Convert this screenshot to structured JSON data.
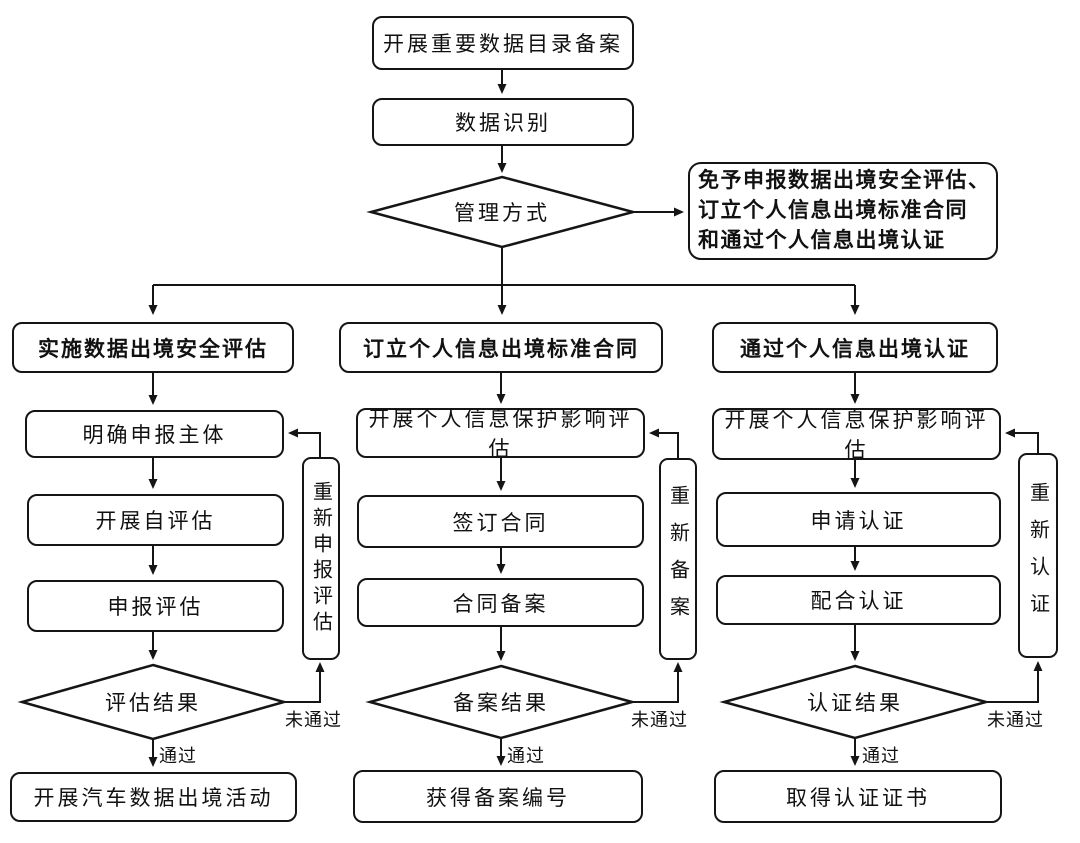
{
  "top": {
    "step1": "开展重要数据目录备案",
    "step2": "数据识别",
    "decision": "管理方式",
    "exempt": {
      "line1": "免予申报数据出境安全评估、",
      "line2": "订立个人信息出境标准合同",
      "line3": "和通过个人信息出境认证"
    }
  },
  "labels": {
    "pass": "通过",
    "fail": "未通过"
  },
  "columns": [
    {
      "header": "实施数据出境安全评估",
      "steps": [
        "明确申报主体",
        "开展自评估",
        "申报评估"
      ],
      "decision": "评估结果",
      "retry": "重新申报评估",
      "result": "开展汽车数据出境活动"
    },
    {
      "header": "订立个人信息出境标准合同",
      "steps": [
        "开展个人信息保护影响评估",
        "签订合同",
        "合同备案"
      ],
      "decision": "备案结果",
      "retry": "重新备案",
      "result": "获得备案编号"
    },
    {
      "header": "通过个人信息出境认证",
      "steps": [
        "开展个人信息保护影响评估",
        "申请认证",
        "配合认证"
      ],
      "decision": "认证结果",
      "retry": "重新认证",
      "result": "取得认证证书"
    }
  ],
  "colors": {
    "stroke": "#151515",
    "background": "#ffffff"
  }
}
